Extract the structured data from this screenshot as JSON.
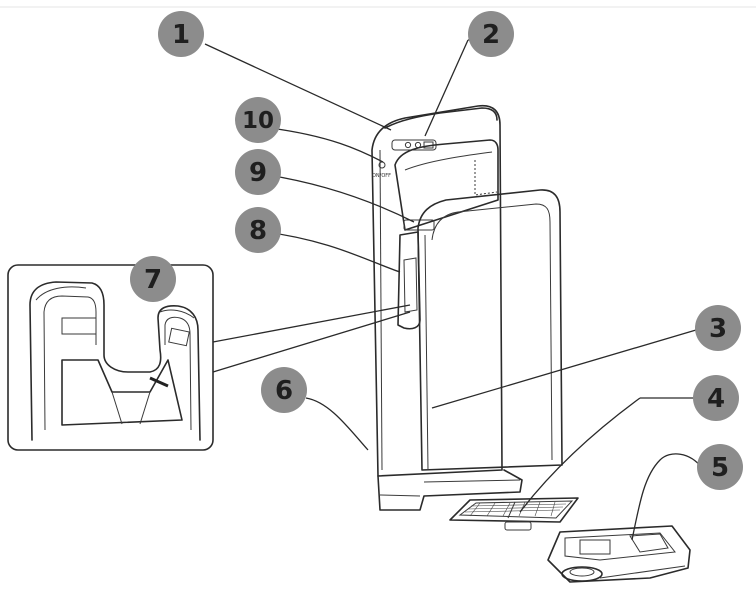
{
  "callouts": [
    {
      "id": "1",
      "label": "1"
    },
    {
      "id": "2",
      "label": "2"
    },
    {
      "id": "3",
      "label": "3"
    },
    {
      "id": "4",
      "label": "4"
    },
    {
      "id": "5",
      "label": "5"
    },
    {
      "id": "6",
      "label": "6"
    },
    {
      "id": "7",
      "label": "7"
    },
    {
      "id": "8",
      "label": "8"
    },
    {
      "id": "9",
      "label": "9"
    },
    {
      "id": "10",
      "label": "10"
    }
  ],
  "colors": {
    "badge_fill": "#8c8c8c",
    "badge_text": "#1f1f1f",
    "line": "#2b2b2b"
  },
  "device_text": {
    "switch_label": "ON/OFF"
  }
}
